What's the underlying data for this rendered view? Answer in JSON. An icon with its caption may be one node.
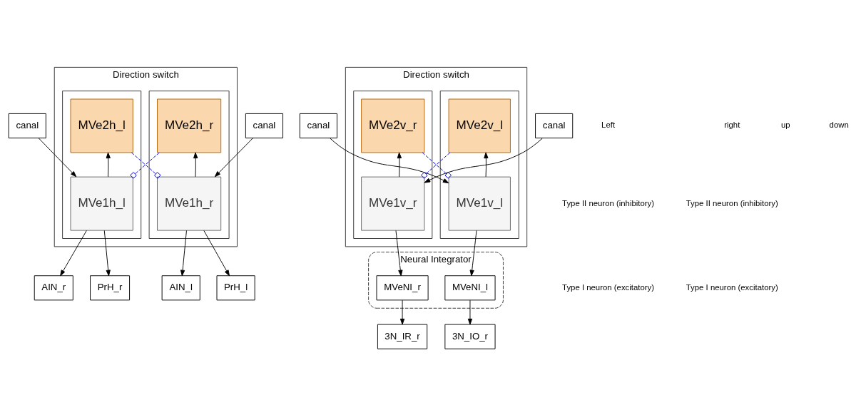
{
  "diagram": {
    "nodes": [
      {
        "text": [
          "Direction switch"
        ]
      },
      {
        "text": [],
        "shape": "box",
        "in": 0
      },
      {
        "text": [],
        "shape": "box",
        "in": 0
      },
      {
        "text": [
          "MVe2h_l"
        ],
        "in": 1
      },
      {
        "text": [
          "MVe1h_l"
        ],
        "in": 1
      },
      {
        "text": [
          "MVe2h_r"
        ],
        "in": 2
      },
      {
        "text": [
          "MVe1h_r"
        ],
        "in": 2
      },
      {
        "text": [
          "canal"
        ]
      },
      {
        "text": [
          "canal"
        ]
      },
      {
        "text": [
          "AIN_l"
        ]
      },
      {
        "text": [
          "PrH_l"
        ]
      },
      {
        "text": [
          "AIN_r"
        ]
      },
      {
        "text": [
          "PrH_r"
        ]
      },
      {
        "text": [
          "Direction switch"
        ]
      },
      {
        "text": [],
        "shape": "box",
        "in": 13
      },
      {
        "text": [],
        "shape": "box",
        "in": 13
      },
      {
        "text": [
          "MVe2v_l"
        ],
        "in": 14
      },
      {
        "text": [
          "MVe1v_l"
        ],
        "in": 14
      },
      {
        "text": [
          "MVe2v_r"
        ],
        "in": 15
      },
      {
        "text": [
          "MVe1v_r"
        ],
        "in": 15
      },
      {
        "text": [
          "Neural Integrator"
        ]
      },
      {
        "text": [
          "MVeNI_l"
        ],
        "in": 20
      },
      {
        "text": [
          "MVeNI_r"
        ],
        "in": 20
      },
      {
        "text": [
          "canal"
        ]
      },
      {
        "text": [
          "canal"
        ]
      },
      {
        "text": [
          "3N_IO_r"
        ]
      },
      {
        "text": [
          "3N_IR_r"
        ]
      }
    ],
    "edges": [
      {
        "from": 4,
        "to": 3,
        "arrow": "to"
      },
      {
        "from": 6,
        "to": 5,
        "arrow": "to"
      },
      {
        "from": 3,
        "to": 6,
        "arrow": "other",
        "style": "dashed",
        "color": "#0000ff"
      },
      {
        "from": 5,
        "to": 4,
        "arrow": "other",
        "style": "dashed",
        "color": "#0000ff"
      },
      {
        "from": 7,
        "to": 4,
        "arrow": "to"
      },
      {
        "from": 8,
        "to": 6,
        "arrow": "to"
      },
      {
        "from": 4,
        "to": 11,
        "arrow": "to"
      },
      {
        "from": 4,
        "to": 12,
        "arrow": "to"
      },
      {
        "from": 6,
        "to": 9,
        "arrow": "to"
      },
      {
        "from": 6,
        "to": 10,
        "arrow": "to"
      },
      {
        "from": 17,
        "to": 16,
        "arrow": "to"
      },
      {
        "from": 19,
        "to": 18,
        "arrow": "to"
      },
      {
        "from": 16,
        "to": 19,
        "arrow": "other",
        "style": "dashed",
        "color": "#0000ff"
      },
      {
        "from": 18,
        "to": 17,
        "arrow": "other",
        "style": "dashed",
        "color": "#0000ff"
      },
      {
        "from": 23,
        "to": 17,
        "arrow": "to"
      },
      {
        "from": 24,
        "to": 19,
        "arrow": "to"
      },
      {
        "from": 17,
        "to": 21,
        "arrow": "to"
      },
      {
        "from": 19,
        "to": 22,
        "arrow": "to"
      },
      {
        "from": 21,
        "to": 25,
        "arrow": "to"
      },
      {
        "from": 22,
        "to": 26,
        "arrow": "to"
      }
    ],
    "labels": [
      "Left",
      "right",
      "up",
      "down",
      "Type II neuron (inhibitory)",
      "Type II neuron (inhibitory)",
      "Type I neuron (excitatory)",
      "Type I neuron (excitatory)"
    ]
  }
}
